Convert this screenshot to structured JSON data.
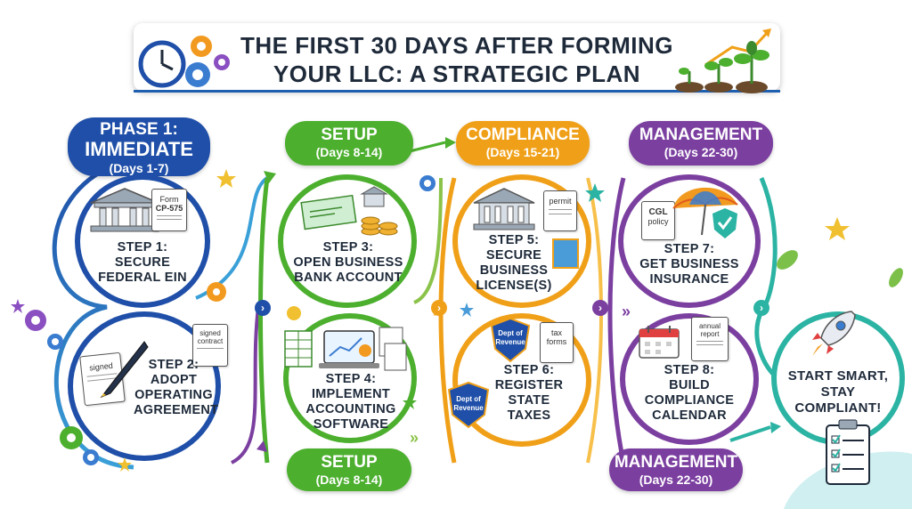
{
  "title": {
    "line1": "THE FIRST 30 DAYS AFTER FORMING",
    "line2": "YOUR LLC: A STRATEGIC PLAN"
  },
  "phases": {
    "immediate": {
      "label": "PHASE 1:",
      "name": "IMMEDIATE",
      "days": "(Days 1-7)",
      "color": "#1f4fa8"
    },
    "setup": {
      "name": "SETUP",
      "days": "(Days 8-14)",
      "color": "#4caf2e"
    },
    "compliance": {
      "name": "COMPLIANCE",
      "days": "(Days 15-21)",
      "color": "#f0a018"
    },
    "management": {
      "name": "MANAGEMENT",
      "days": "(Days 22-30)",
      "color": "#7b3fa0"
    }
  },
  "steps": [
    {
      "line1": "STEP 1:",
      "line2": "SECURE",
      "line3": "FEDERAL EIN"
    },
    {
      "line1": "STEP 2:",
      "line2": "ADOPT",
      "line3": "OPERATING",
      "line4": "AGREEMENT"
    },
    {
      "line1": "STEP 3:",
      "line2": "OPEN BUSINESS",
      "line3": "BANK ACCOUNT"
    },
    {
      "line1": "STEP 4:",
      "line2": "IMPLEMENT",
      "line3": "ACCOUNTING",
      "line4": "SOFTWARE"
    },
    {
      "line1": "STEP 5:",
      "line2": "SECURE",
      "line3": "BUSINESS",
      "line4": "LICENSE(S)"
    },
    {
      "line1": "STEP 6:",
      "line2": "REGISTER",
      "line3": "STATE",
      "line4": "TAXES"
    },
    {
      "line1": "STEP 7:",
      "line2": "GET BUSINESS",
      "line3": "INSURANCE"
    },
    {
      "line1": "STEP 8:",
      "line2": "BUILD",
      "line3": "COMPLIANCE",
      "line4": "CALENDAR"
    }
  ],
  "final": {
    "line1": "START SMART,",
    "line2": "STAY",
    "line3": "COMPLIANT!"
  },
  "doc_labels": {
    "form": "Form",
    "form_num": "CP-575",
    "signed": "signed",
    "signed_contract_1": "signed",
    "signed_contract_2": "contract",
    "permit": "permit",
    "dept1": "Dept of",
    "dept2": "Revenue",
    "tax1": "tax",
    "tax2": "forms",
    "cgl1": "CGL",
    "cgl2": "policy",
    "annual1": "annual",
    "annual2": "report"
  },
  "icons": [
    "clock-icon",
    "gear-icon",
    "plant-icon",
    "bank-icon",
    "document-icon",
    "pen-icon",
    "check-icon",
    "coins-icon",
    "laptop-icon",
    "spreadsheet-icon",
    "umbrella-icon",
    "shield-icon",
    "calendar-icon",
    "rocket-icon",
    "clipboard-icon",
    "star-icon",
    "leaf-icon",
    "arrow-icon"
  ]
}
